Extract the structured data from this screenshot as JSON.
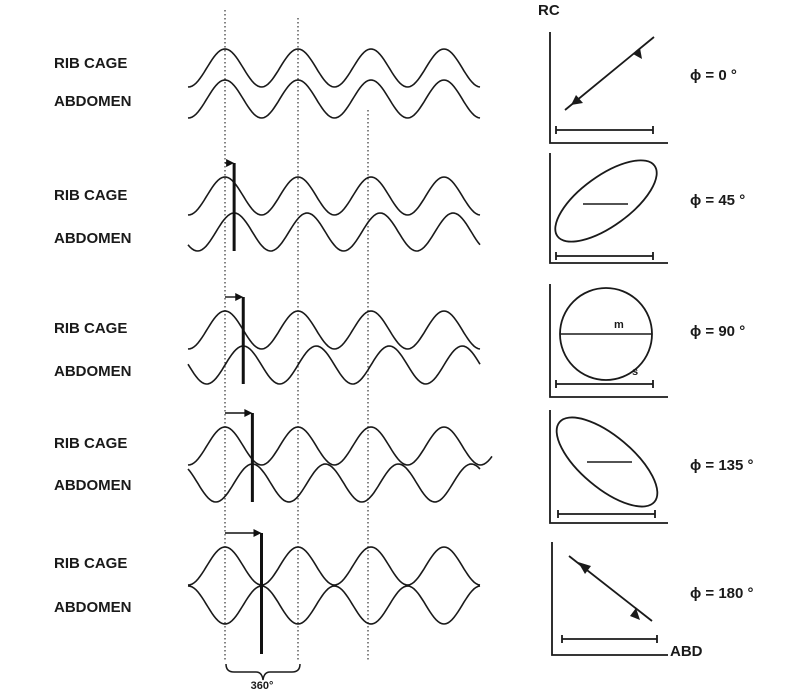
{
  "rows": [
    {
      "top_label": "RIB CAGE",
      "bottom_label": "ABDOMEN",
      "phase_label": "ϕ = 0 °",
      "phase_deg": 0
    },
    {
      "top_label": "RIB CAGE",
      "bottom_label": "ABDOMEN",
      "phase_label": "ϕ = 45 °",
      "phase_deg": 45
    },
    {
      "top_label": "RIB CAGE",
      "bottom_label": "ABDOMEN",
      "phase_label": "ϕ = 90 °",
      "phase_deg": 90
    },
    {
      "top_label": "RIB CAGE",
      "bottom_label": "ABDOMEN",
      "phase_label": "ϕ = 135 °",
      "phase_deg": 135
    },
    {
      "top_label": "RIB CAGE",
      "bottom_label": "ABDOMEN",
      "phase_label": "ϕ = 180 °",
      "phase_deg": 180
    }
  ],
  "axes": {
    "y_label": "RC",
    "x_label": "ABD"
  },
  "loop_marks": {
    "m": "m",
    "s": "s"
  },
  "period_label": "360°"
}
